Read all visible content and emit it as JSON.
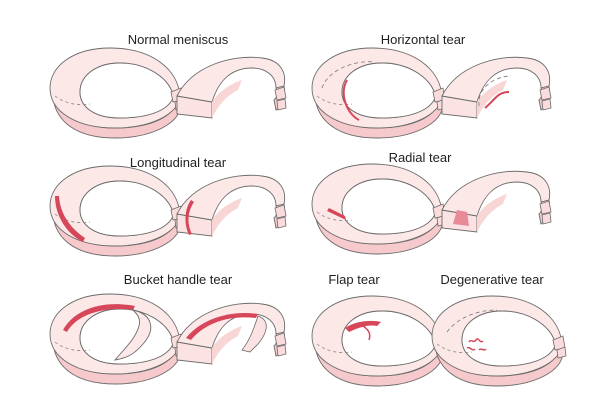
{
  "diagram": {
    "labels": {
      "normal": "Normal meniscus",
      "horizontal": "Horizontal tear",
      "longitudinal": "Longitudinal tear",
      "radial": "Radial tear",
      "bucket": "Bucket handle tear",
      "flap": "Flap tear",
      "degenerative": "Degenerative tear"
    },
    "colors": {
      "tissue_fill": "#fde8e8",
      "outline": "#6b6b6b",
      "tear": "#d6475a"
    }
  }
}
